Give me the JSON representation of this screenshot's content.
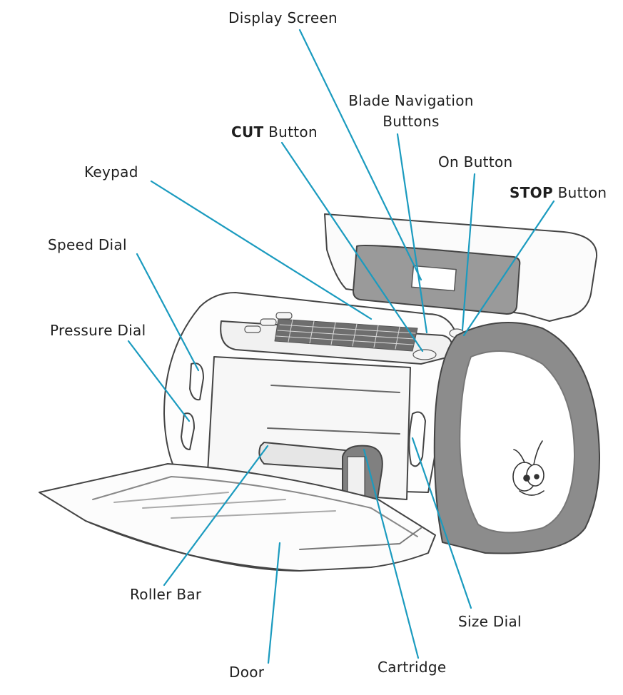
{
  "labels": {
    "display_screen": "Display Screen",
    "blade_navigation_line1": "Blade Navigation",
    "blade_navigation_line2": "Buttons",
    "cut_bold": "CUT",
    "cut_rest": " Button",
    "on_button": "On Button",
    "stop_bold": "STOP",
    "stop_rest": " Button",
    "keypad": "Keypad",
    "speed_dial": "Speed Dial",
    "pressure_dial": "Pressure Dial",
    "roller_bar": "Roller Bar",
    "size_dial": "Size Dial",
    "door": "Door",
    "cartridge": "Cartridge"
  },
  "colors": {
    "leader_line": "#1b9bbf",
    "text": "#1e1e1e",
    "machine_outline": "#444444",
    "side_panel": "#8c8c8c",
    "display_panel": "#9a9a9a"
  }
}
